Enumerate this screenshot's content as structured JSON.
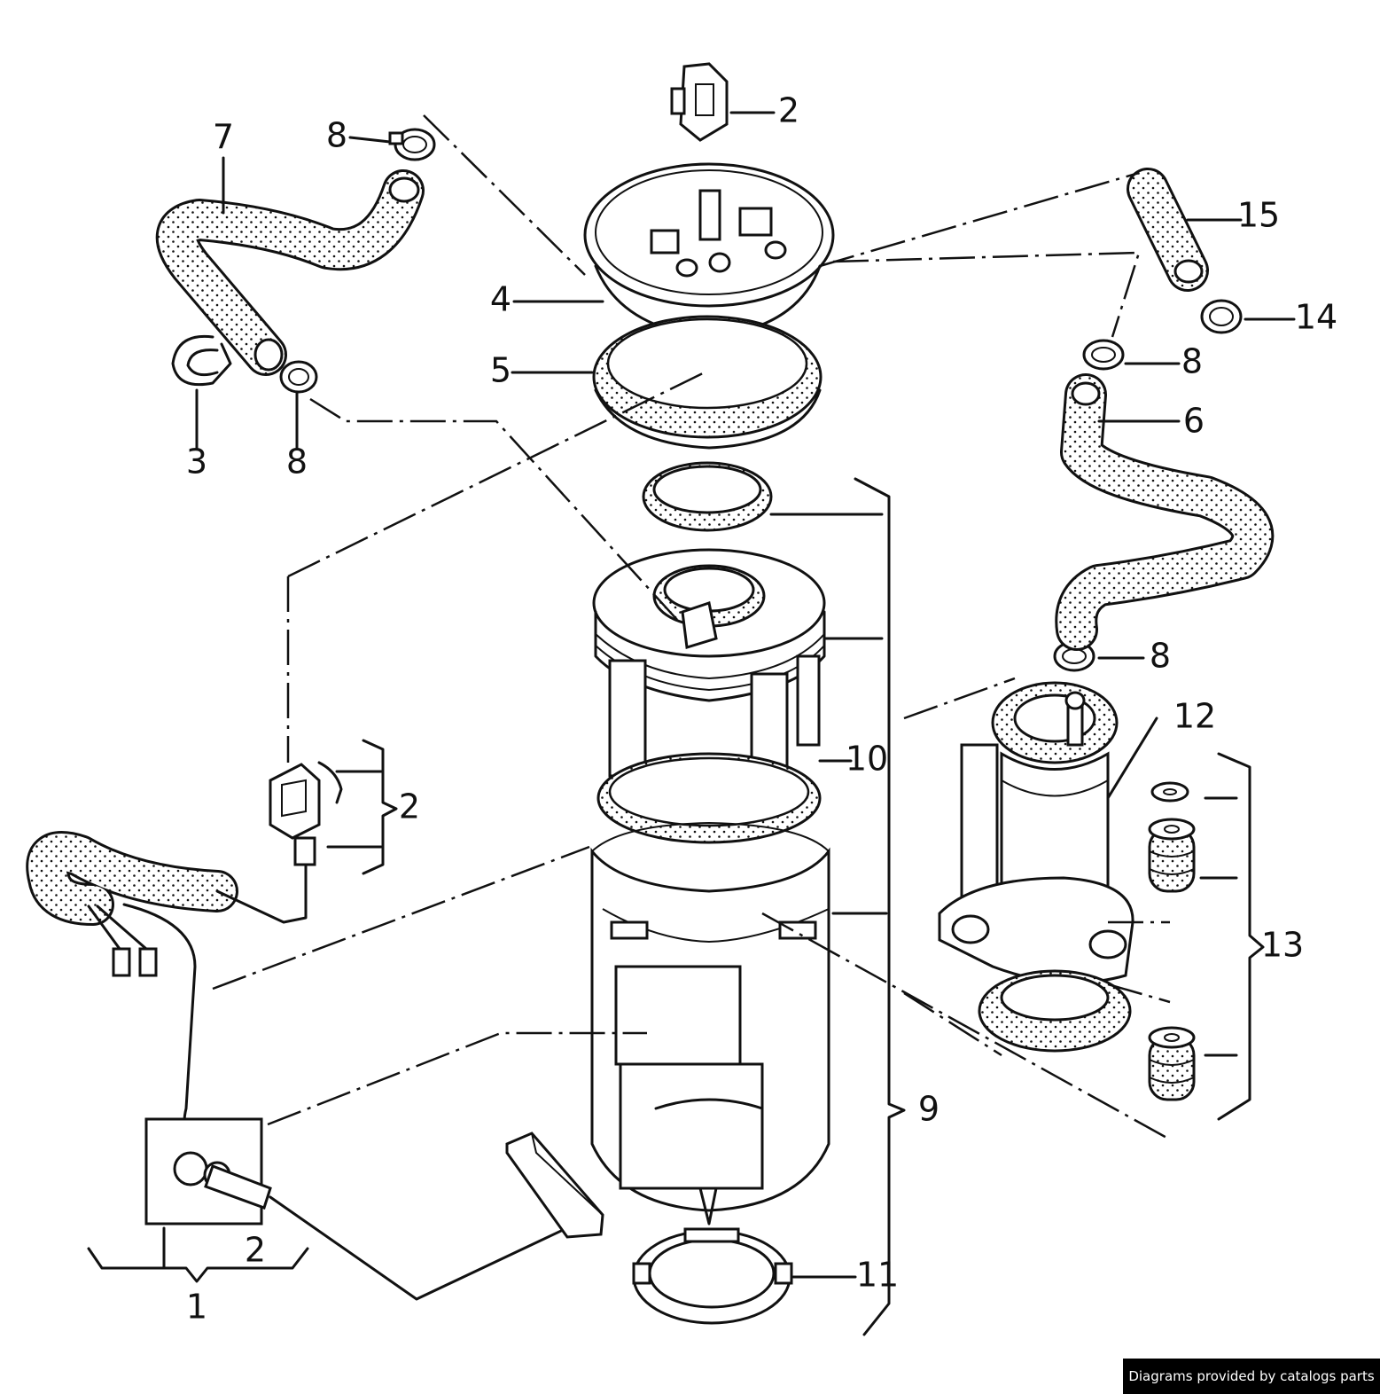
{
  "callouts": [
    {
      "id": "c2-top",
      "text": "2"
    },
    {
      "id": "c7",
      "text": "7"
    },
    {
      "id": "c8-a",
      "text": "8"
    },
    {
      "id": "c15",
      "text": "15"
    },
    {
      "id": "c4",
      "text": "4"
    },
    {
      "id": "c14",
      "text": "14"
    },
    {
      "id": "c5",
      "text": "5"
    },
    {
      "id": "c8-b",
      "text": "8"
    },
    {
      "id": "c3",
      "text": "3"
    },
    {
      "id": "c8-c",
      "text": "8"
    },
    {
      "id": "c6",
      "text": "6"
    },
    {
      "id": "c8-d",
      "text": "8"
    },
    {
      "id": "c12",
      "text": "12"
    },
    {
      "id": "c10",
      "text": "10"
    },
    {
      "id": "c2-mid",
      "text": "2"
    },
    {
      "id": "c13",
      "text": "13"
    },
    {
      "id": "c9",
      "text": "9"
    },
    {
      "id": "c2-bottom",
      "text": "2"
    },
    {
      "id": "c11",
      "text": "11"
    },
    {
      "id": "c1",
      "text": "1"
    }
  ],
  "footer": {
    "text": "Diagrams provided by catalogs parts"
  }
}
